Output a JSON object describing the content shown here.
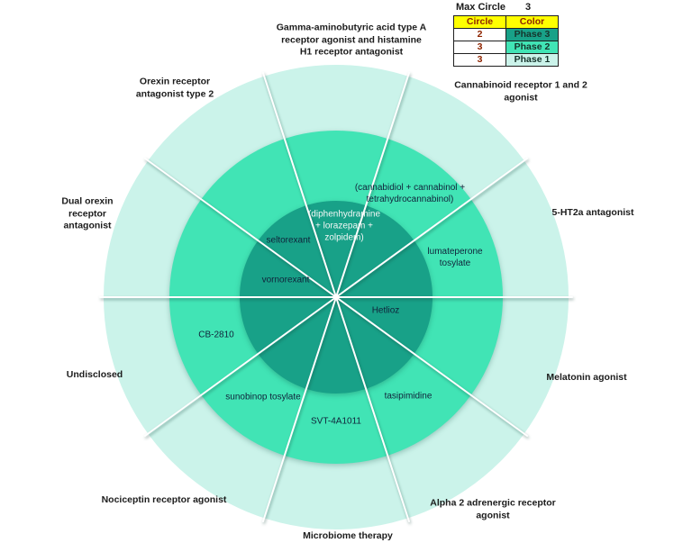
{
  "legend": {
    "max_circle_label": "Max Circle",
    "max_circle_value": "3",
    "columns": [
      "Circle",
      "Color"
    ],
    "header_bg": "#FFFF00",
    "rows": [
      {
        "circle": "2",
        "phase": "Phase 3",
        "color": "#18A188"
      },
      {
        "circle": "3",
        "phase": "Phase 2",
        "color": "#41E4B5"
      },
      {
        "circle": "3",
        "phase": "Phase 1",
        "color": "#CBF3EA"
      }
    ]
  },
  "chart_data": {
    "type": "radial-ring-chart",
    "rings": [
      {
        "position": "inner",
        "phase": "Phase 3",
        "color": "#18A188",
        "radius_px": 107
      },
      {
        "position": "middle",
        "phase": "Phase 2",
        "color": "#41E4B5",
        "radius_px": 185
      },
      {
        "position": "outer",
        "phase": "Phase 1",
        "color": "#CBF3EA",
        "radius_px": 258
      }
    ],
    "legend_position": "top-right",
    "divider_angles_deg": [
      0,
      36,
      72,
      108,
      144,
      180,
      216,
      252,
      288,
      324
    ],
    "sectors": [
      {
        "category": "Gamma-aminobutyric acid type A\nreceptor agonist and histamine\nH1 receptor antagonist",
        "drug": "(diphenhydramine\n+ lorazepam +\nzolpidem)",
        "phase": "Phase 3"
      },
      {
        "category": "Cannabinoid receptor 1 and 2\nagonist",
        "drug": "(cannabidiol + cannabinol +\ntetrahydrocannabinol)",
        "phase": "Phase 2"
      },
      {
        "category": "5-HT2a antagonist",
        "drug": "lumateperone\ntosylate",
        "phase": "Phase 2"
      },
      {
        "category": "Melatonin agonist",
        "drug": "Hetlioz",
        "phase": "Phase 3"
      },
      {
        "category": "Alpha 2 adrenergic receptor\nagonist",
        "drug": "tasipimidine",
        "phase": "Phase 2"
      },
      {
        "category": "Microbiome therapy",
        "drug": "SVT-4A1011",
        "phase": "Phase 2"
      },
      {
        "category": "Nociceptin receptor agonist",
        "drug": "sunobinop tosylate",
        "phase": "Phase 2"
      },
      {
        "category": "Undisclosed",
        "drug": "CB-2810",
        "phase": "Phase 2"
      },
      {
        "category": "Dual orexin\nreceptor\nantagonist",
        "drug": "vornorexant",
        "phase": "Phase 3"
      },
      {
        "category": "Orexin receptor\nantagonist type 2",
        "drug": "seltorexant",
        "phase": "Phase 3"
      }
    ]
  }
}
